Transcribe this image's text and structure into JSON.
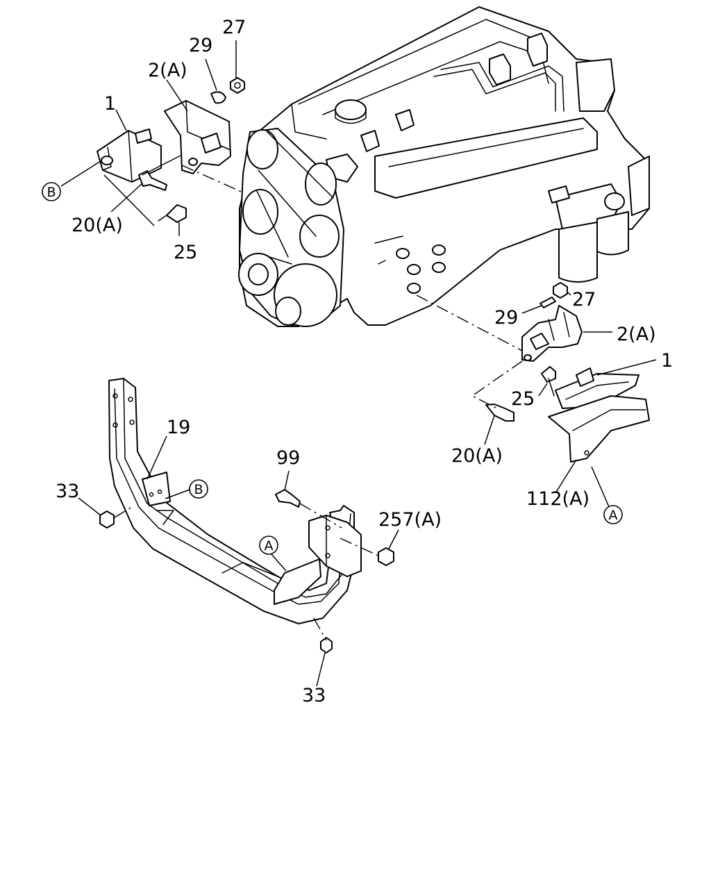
{
  "labels": {
    "upper_left": {
      "insulator": "1",
      "bracket": "2(A)",
      "washer": "29",
      "nut": "27",
      "bolt_a": "20(A)",
      "bolt": "25",
      "ref_b": "B"
    },
    "right": {
      "nut": "27",
      "washer": "29",
      "bracket": "2(A)",
      "insulator": "1",
      "bolt": "25",
      "bolt_a": "20(A)",
      "stopper": "112(A)",
      "ref_a": "A"
    },
    "lower": {
      "crossmember": "19",
      "bolt": "99",
      "nut_left": "33",
      "ref_b": "B",
      "ref_a": "A",
      "nut_a": "257(A)",
      "nut_bottom": "33"
    }
  }
}
